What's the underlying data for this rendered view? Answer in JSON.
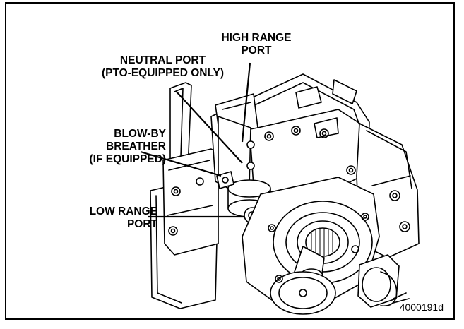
{
  "figure": {
    "callouts": {
      "high_range": [
        "HIGH RANGE",
        "PORT"
      ],
      "neutral": [
        "NEUTRAL PORT",
        "(PTO-EQUIPPED ONLY)"
      ],
      "blow_by": [
        "BLOW-BY",
        "BREATHER",
        "(IF EQUIPPED)"
      ],
      "low_range": [
        "LOW RANGE",
        "PORT"
      ]
    },
    "figure_id": "4000191d"
  }
}
